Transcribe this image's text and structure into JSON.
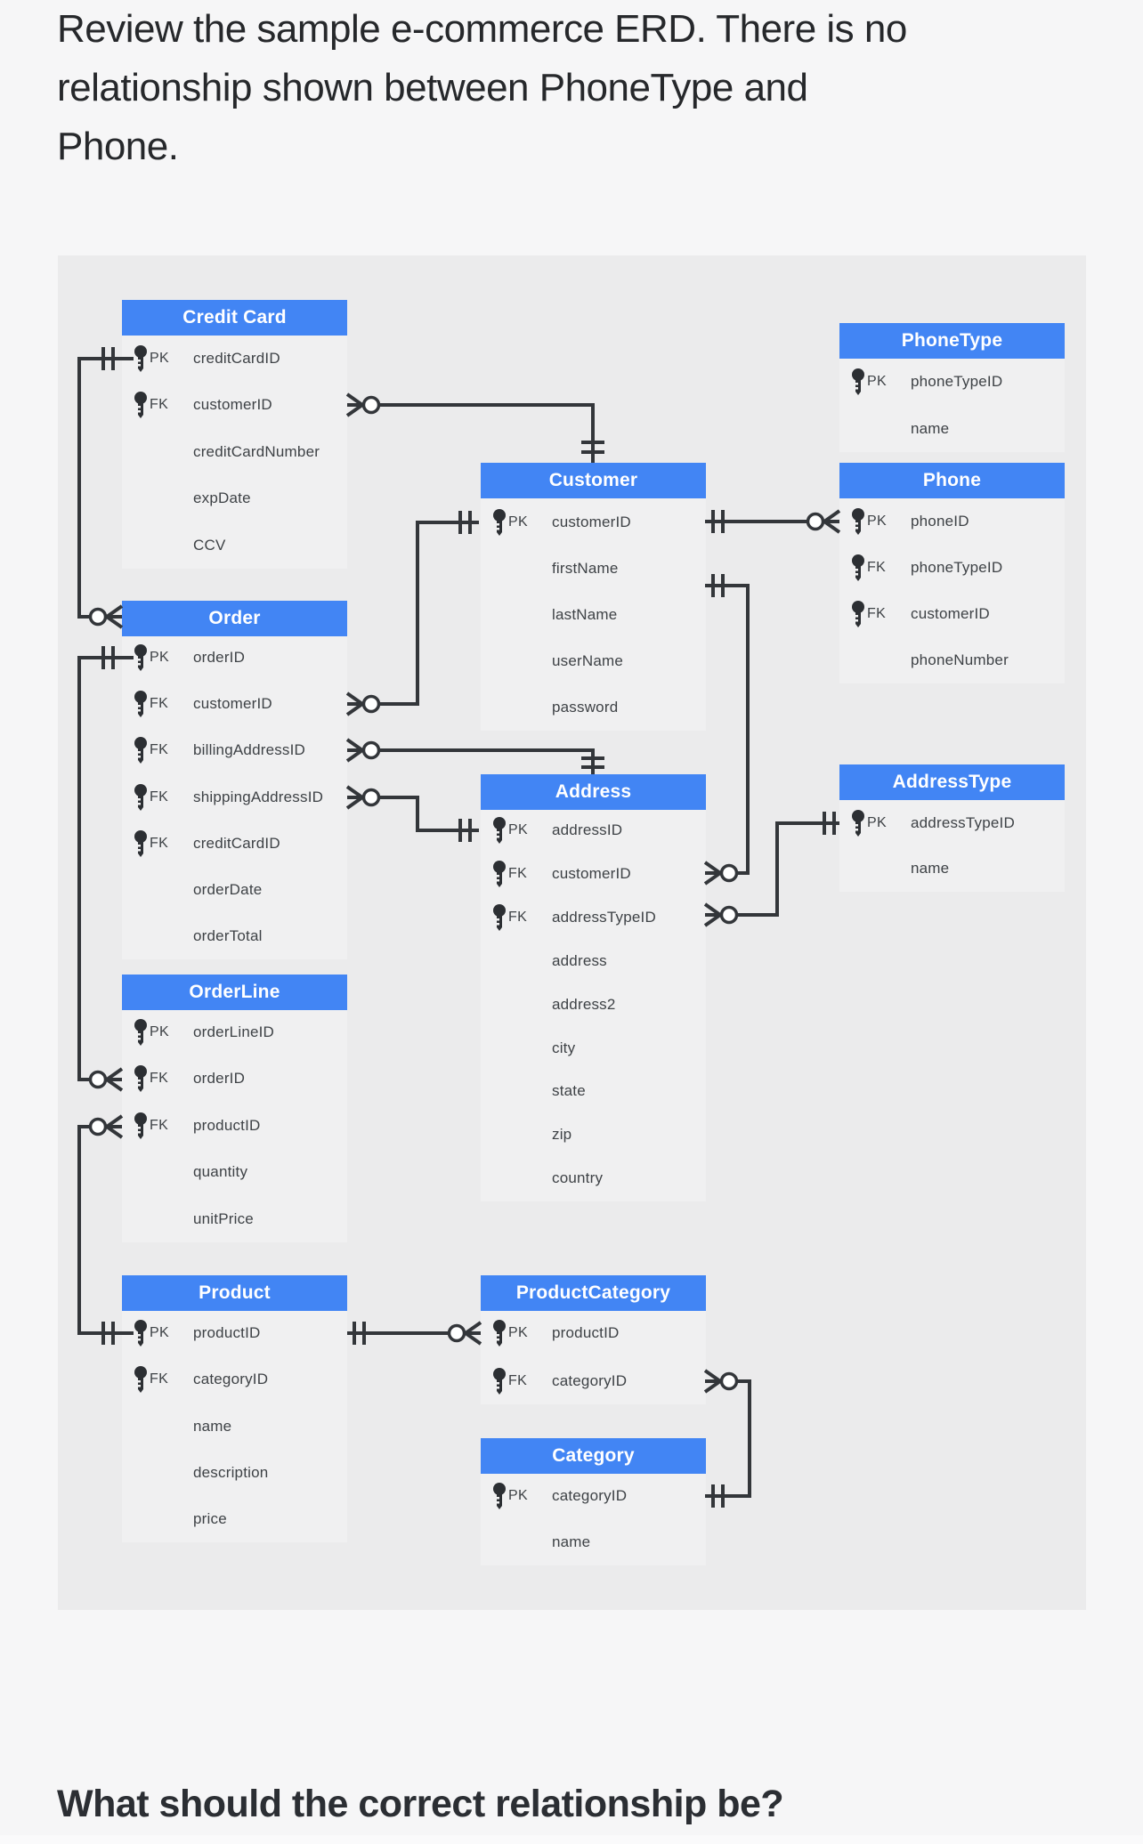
{
  "question": {
    "intro_lines": [
      "Review the sample e-commerce ERD. There is no",
      "relationship shown between PhoneType and",
      "Phone."
    ],
    "prompt": "What should the correct relationship be?"
  },
  "erd": {
    "colors": {
      "header_blue": "#4285f4",
      "card_bg": "#ebebec",
      "entity_body_bg": "#f0f0f1",
      "line": "#33363a",
      "field_text": "#3e4246"
    },
    "entities": [
      {
        "id": "credit-card",
        "title": "Credit Card",
        "fields": [
          {
            "badge": "PK",
            "name": "creditCardID"
          },
          {
            "badge": "FK",
            "name": "customerID"
          },
          {
            "name": "creditCardNumber"
          },
          {
            "name": "expDate"
          },
          {
            "name": "CCV"
          }
        ]
      },
      {
        "id": "order",
        "title": "Order",
        "fields": [
          {
            "badge": "PK",
            "name": "orderID"
          },
          {
            "badge": "FK",
            "name": "customerID"
          },
          {
            "badge": "FK",
            "name": "billingAddressID"
          },
          {
            "badge": "FK",
            "name": "shippingAddressID"
          },
          {
            "badge": "FK",
            "name": "creditCardID"
          },
          {
            "name": "orderDate"
          },
          {
            "name": "orderTotal"
          }
        ]
      },
      {
        "id": "order-line",
        "title": "OrderLine",
        "fields": [
          {
            "badge": "PK",
            "name": "orderLineID"
          },
          {
            "badge": "FK",
            "name": "orderID"
          },
          {
            "badge": "FK",
            "name": "productID"
          },
          {
            "name": "quantity"
          },
          {
            "name": "unitPrice"
          }
        ]
      },
      {
        "id": "product",
        "title": "Product",
        "fields": [
          {
            "badge": "PK",
            "name": "productID"
          },
          {
            "badge": "FK",
            "name": "categoryID"
          },
          {
            "name": "name"
          },
          {
            "name": "description"
          },
          {
            "name": "price"
          }
        ]
      },
      {
        "id": "customer",
        "title": "Customer",
        "fields": [
          {
            "badge": "PK",
            "name": "customerID"
          },
          {
            "name": "firstName"
          },
          {
            "name": "lastName"
          },
          {
            "name": "userName"
          },
          {
            "name": "password"
          }
        ]
      },
      {
        "id": "address",
        "title": "Address",
        "fields": [
          {
            "badge": "PK",
            "name": "addressID"
          },
          {
            "badge": "FK",
            "name": "customerID"
          },
          {
            "badge": "FK",
            "name": "addressTypeID"
          },
          {
            "name": "address"
          },
          {
            "name": "address2"
          },
          {
            "name": "city"
          },
          {
            "name": "state"
          },
          {
            "name": "zip"
          },
          {
            "name": "country"
          }
        ]
      },
      {
        "id": "product-category",
        "title": "ProductCategory",
        "fields": [
          {
            "badge": "PK",
            "name": "productID"
          },
          {
            "badge": "FK",
            "name": "categoryID"
          }
        ]
      },
      {
        "id": "category",
        "title": "Category",
        "fields": [
          {
            "badge": "PK",
            "name": "categoryID"
          },
          {
            "name": "name"
          }
        ]
      },
      {
        "id": "phone-type",
        "title": "PhoneType",
        "fields": [
          {
            "badge": "PK",
            "name": "phoneTypeID"
          },
          {
            "name": "name"
          }
        ]
      },
      {
        "id": "phone",
        "title": "Phone",
        "fields": [
          {
            "badge": "PK",
            "name": "phoneID"
          },
          {
            "badge": "FK",
            "name": "phoneTypeID"
          },
          {
            "badge": "FK",
            "name": "customerID"
          },
          {
            "name": "phoneNumber"
          }
        ]
      },
      {
        "id": "address-type",
        "title": "AddressType",
        "fields": [
          {
            "badge": "PK",
            "name": "addressTypeID"
          },
          {
            "name": "name"
          }
        ]
      }
    ],
    "relationships": [
      {
        "id": "creditcard-order",
        "from": "Credit Card.creditCardID",
        "from_cardinality": "exactly-one",
        "to": "Order",
        "to_cardinality": "zero-or-many"
      },
      {
        "id": "creditcard-customer",
        "from": "Credit Card.customerID",
        "from_cardinality": "zero-or-many",
        "to": "Customer",
        "to_cardinality": "exactly-one"
      },
      {
        "id": "order-customer",
        "from": "Order.customerID",
        "from_cardinality": "zero-or-many",
        "to": "Customer.customerID",
        "to_cardinality": "exactly-one"
      },
      {
        "id": "order-billing-address",
        "from": "Order.billingAddressID",
        "from_cardinality": "zero-or-many",
        "to": "Address",
        "to_cardinality": "exactly-one"
      },
      {
        "id": "order-shipping-address",
        "from": "Order.shippingAddressID",
        "from_cardinality": "zero-or-many",
        "to": "Address.addressID",
        "to_cardinality": "exactly-one"
      },
      {
        "id": "order-orderline",
        "from": "Order.orderID",
        "from_cardinality": "exactly-one",
        "to": "OrderLine.orderID",
        "to_cardinality": "zero-or-many"
      },
      {
        "id": "orderline-product",
        "from": "OrderLine.productID",
        "from_cardinality": "zero-or-many",
        "to": "Product.productID",
        "to_cardinality": "exactly-one"
      },
      {
        "id": "product-productcategory",
        "from": "Product.productID",
        "from_cardinality": "exactly-one",
        "to": "ProductCategory.productID",
        "to_cardinality": "zero-or-many"
      },
      {
        "id": "productcategory-category",
        "from": "ProductCategory.categoryID",
        "from_cardinality": "zero-or-many",
        "to": "Category.categoryID",
        "to_cardinality": "exactly-one"
      },
      {
        "id": "customer-phone",
        "from": "Customer.customerID",
        "from_cardinality": "exactly-one",
        "to": "Phone.phoneID",
        "to_cardinality": "zero-or-many"
      },
      {
        "id": "customer-address",
        "from": "Customer",
        "from_cardinality": "exactly-one",
        "to": "Address.customerID",
        "to_cardinality": "zero-or-many"
      },
      {
        "id": "address-addresstype",
        "from": "Address.addressTypeID",
        "from_cardinality": "zero-or-many",
        "to": "AddressType.addressTypeID",
        "to_cardinality": "exactly-one"
      }
    ]
  }
}
